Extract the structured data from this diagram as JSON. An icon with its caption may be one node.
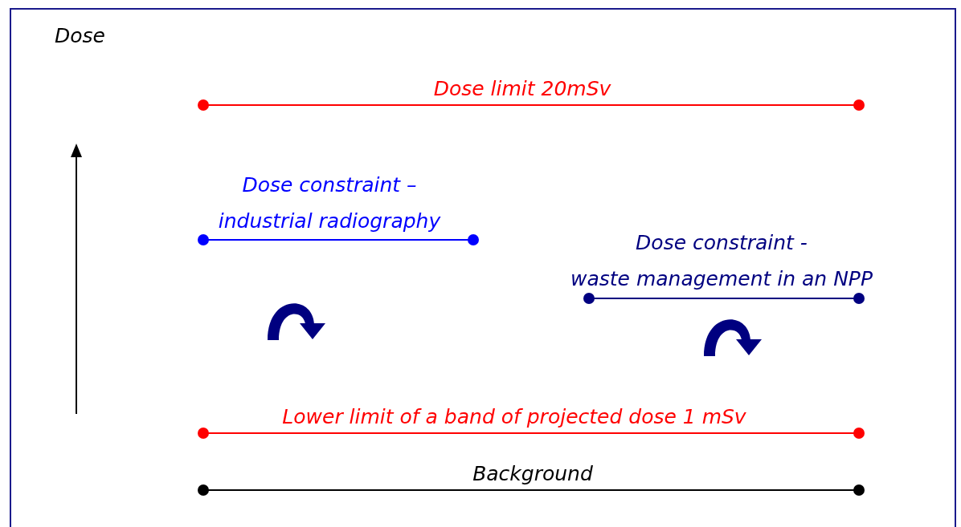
{
  "diagram": {
    "labels": [
      "Dose",
      "Dose limit 20mSv",
      "Dose constraint – industrial radiography",
      "Dose constraint - waste management in an NPP",
      "Lower limit of a band of projected dose 1 mSv",
      "Background"
    ]
  }
}
